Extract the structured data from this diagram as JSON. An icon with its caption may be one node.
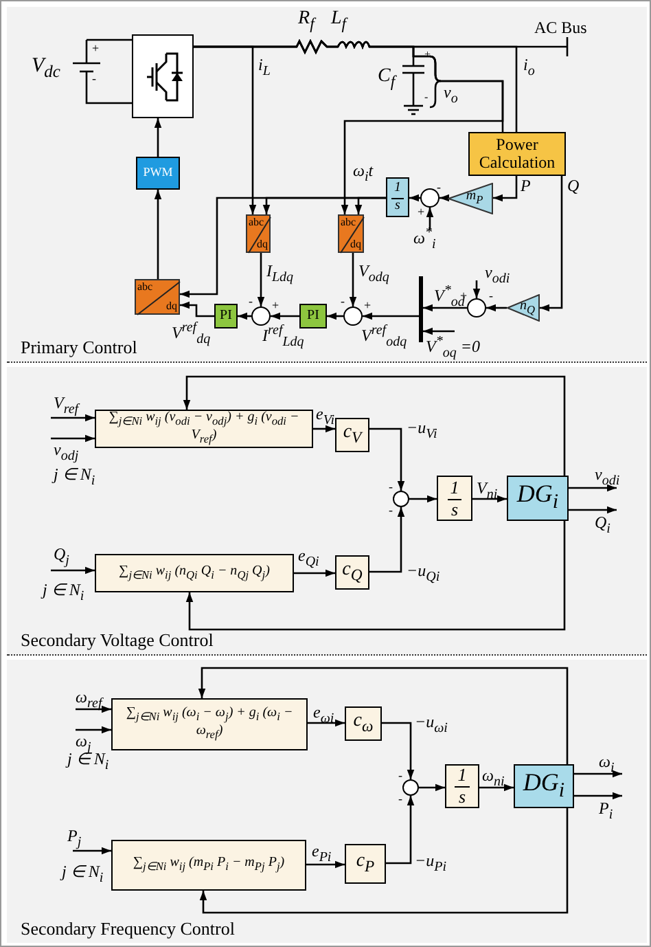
{
  "diagram": {
    "nodes": [
      {
        "text": [
          "Primary Control"
        ]
      },
      {
        "text": [],
        "shape": "box",
        "in": 0
      },
      {
        "text": [
          "PWM"
        ],
        "in": 0
      },
      {
        "text": [
          "Power Calculation"
        ],
        "in": 0
      },
      {
        "text": [
          "1",
          "s"
        ],
        "in": 0
      },
      {
        "text": [],
        "shape": "circle",
        "in": 0,
        "beside": [
          "-",
          "+"
        ]
      },
      {
        "text": [
          "m$_{P}$"
        ],
        "in": 0
      },
      {
        "text": [
          "abc",
          "dq"
        ],
        "in": 0
      },
      {
        "text": [
          "abc",
          "dq"
        ],
        "in": 0
      },
      {
        "text": [
          "abc",
          "dq"
        ],
        "in": 0
      },
      {
        "text": [
          "PI"
        ],
        "in": 0
      },
      {
        "text": [],
        "shape": "circle",
        "in": 0,
        "beside": [
          "-",
          "+"
        ]
      },
      {
        "text": [
          "PI"
        ],
        "in": 0
      },
      {
        "text": [],
        "shape": "circle",
        "in": 0,
        "beside": [
          "-",
          "+"
        ]
      },
      {
        "text": [],
        "shape": "bar",
        "in": 0
      },
      {
        "text": [],
        "shape": "circle",
        "in": 0,
        "beside": [
          "+",
          "-"
        ]
      },
      {
        "text": [
          "n$_{Q}$"
        ],
        "in": 0
      },
      {
        "text": [
          "Secondary Voltage Control"
        ]
      },
      {
        "text": [
          "∑$_{j∈Ni}$ w$_{ij}$ (v$_{odi}$ − v$_{odj}$) + g$_{i}$ (v$_{odi}$ − V$_{ref}$)"
        ],
        "in": 17
      },
      {
        "text": [
          "c$_{V}$"
        ],
        "in": 17
      },
      {
        "text": [],
        "shape": "circle",
        "in": 17,
        "beside": [
          "-",
          "-"
        ]
      },
      {
        "text": [
          "1",
          "s"
        ],
        "in": 17
      },
      {
        "text": [
          "DG$_{i}$"
        ],
        "in": 17
      },
      {
        "text": [
          "∑$_{j∈Ni}$ w$_{ij}$ (n$_{Qi}$ Q$_{i}$ − n$_{Qj}$ Q$_{j}$)"
        ],
        "in": 17
      },
      {
        "text": [
          "c$_{Q}$"
        ],
        "in": 17
      },
      {
        "text": [
          "Secondary Frequency Control"
        ]
      },
      {
        "text": [
          "∑$_{j∈Ni}$ w$_{ij}$ (ω$_{i}$ − ω$_{j}$) + g$_{i}$ (ω$_{i}$ − ω$_{ref}$)"
        ],
        "in": 25
      },
      {
        "text": [
          "c$_{ω}$"
        ],
        "in": 25
      },
      {
        "text": [],
        "shape": "circle",
        "in": 25,
        "beside": [
          "-",
          "-"
        ]
      },
      {
        "text": [
          "1",
          "s"
        ],
        "in": 25
      },
      {
        "text": [
          "DG$_{i}$"
        ],
        "in": 25
      },
      {
        "text": [
          "∑$_{j∈Ni}$ w$_{ij}$ (m$_{Pi}$ P$_{i}$ − m$_{Pj}$ P$_{j}$)"
        ],
        "in": 25
      },
      {
        "text": [
          "c$_{P}$"
        ],
        "in": 25
      }
    ],
    "edges": [
      {
        "from": 2,
        "to": 1,
        "arrow": "to"
      },
      {
        "from": 9,
        "to": 2,
        "arrow": "to"
      },
      {
        "from": 1,
        "to": 7,
        "arrow": "to",
        "label": "i$_{L}$"
      },
      {
        "from": 1,
        "to": 3,
        "arrow": "none",
        "label": "v$_{o}$"
      },
      {
        "from": 1,
        "to": 3,
        "arrow": "none",
        "label": "i$_{o}$"
      },
      {
        "from": 1,
        "to": 8,
        "arrow": "to"
      },
      {
        "from": 3,
        "to": 6,
        "arrow": "to",
        "label": "P"
      },
      {
        "from": 6,
        "to": 5,
        "arrow": "to"
      },
      {
        "from": 5,
        "to": 4,
        "arrow": "to"
      },
      {
        "from": null,
        "to": 5,
        "arrow": "to",
        "label": "ω$^{*}$$_{i}$"
      },
      {
        "from": 4,
        "to": 7,
        "arrow": "to",
        "label": "ω$_{i}$t"
      },
      {
        "from": 4,
        "to": 8,
        "arrow": "to"
      },
      {
        "from": 4,
        "to": 9,
        "arrow": "to"
      },
      {
        "from": 7,
        "to": 11,
        "arrow": "to",
        "label": "I$_{Ldq}$"
      },
      {
        "from": 8,
        "to": 13,
        "arrow": "to",
        "label": "V$_{odq}$"
      },
      {
        "from": 3,
        "to": 16,
        "arrow": "to",
        "label": "Q"
      },
      {
        "from": 16,
        "to": 15,
        "arrow": "to"
      },
      {
        "from": null,
        "to": 15,
        "arrow": "to",
        "label": "v$_{odi}$"
      },
      {
        "from": 15,
        "to": 14,
        "arrow": "to",
        "label": "V$^{*}$$_{od}$"
      },
      {
        "from": null,
        "to": 14,
        "arrow": "to",
        "label": "V$^{*}$$_{oq}$ =0"
      },
      {
        "from": 14,
        "to": 13,
        "arrow": "to",
        "label": "V$^{ref}$$_{odq}$"
      },
      {
        "from": 13,
        "to": 12,
        "arrow": "to"
      },
      {
        "from": 12,
        "to": 11,
        "arrow": "to",
        "label": "I$^{ref}$$_{Ldq}$"
      },
      {
        "from": 11,
        "to": 10,
        "arrow": "to"
      },
      {
        "from": 10,
        "to": 9,
        "arrow": "to",
        "label": "V$^{ref}$$_{dq}$"
      },
      {
        "from": null,
        "to": 18,
        "arrow": "to",
        "label": "V$_{ref}$"
      },
      {
        "from": null,
        "to": 18,
        "arrow": "to",
        "label": "v$_{odj}$"
      },
      {
        "from": 18,
        "to": 19,
        "arrow": "to",
        "label": "e$_{Vi}$"
      },
      {
        "from": 19,
        "to": 20,
        "arrow": "to",
        "label": "−u$_{Vi}$"
      },
      {
        "from": 24,
        "to": 20,
        "arrow": "to",
        "label": "−u$_{Qi}$"
      },
      {
        "from": 20,
        "to": 21,
        "arrow": "to"
      },
      {
        "from": 21,
        "to": 22,
        "arrow": "to",
        "label": "V$_{ni}$"
      },
      {
        "from": 22,
        "to": null,
        "arrow": "to",
        "label": "v$_{odi}$"
      },
      {
        "from": 22,
        "to": null,
        "arrow": "to",
        "label": "Q$_{i}$"
      },
      {
        "from": 22,
        "to": 18,
        "arrow": "to"
      },
      {
        "from": 22,
        "to": 23,
        "arrow": "to"
      },
      {
        "from": null,
        "to": 23,
        "arrow": "to",
        "label": "Q$_{j}$"
      },
      {
        "from": 23,
        "to": 24,
        "arrow": "to",
        "label": "e$_{Qi}$"
      },
      {
        "from": null,
        "to": 26,
        "arrow": "to",
        "label": "ω$_{ref}$"
      },
      {
        "from": null,
        "to": 26,
        "arrow": "to",
        "label": "ω$_{j}$"
      },
      {
        "from": 26,
        "to": 27,
        "arrow": "to",
        "label": "e$_{ωi}$"
      },
      {
        "from": 27,
        "to": 28,
        "arrow": "to",
        "label": "−u$_{ωi}$"
      },
      {
        "from": 32,
        "to": 28,
        "arrow": "to",
        "label": "−u$_{Pi}$"
      },
      {
        "from": 28,
        "to": 29,
        "arrow": "to"
      },
      {
        "from": 29,
        "to": 30,
        "arrow": "to",
        "label": "ω$_{ni}$"
      },
      {
        "from": 30,
        "to": null,
        "arrow": "to",
        "label": "ω$_{i}$"
      },
      {
        "from": 30,
        "to": null,
        "arrow": "to",
        "label": "P$_{i}$"
      },
      {
        "from": 30,
        "to": 26,
        "arrow": "to"
      },
      {
        "from": 30,
        "to": 31,
        "arrow": "to"
      },
      {
        "from": null,
        "to": 31,
        "arrow": "to",
        "label": "P$_{j}$"
      },
      {
        "from": 31,
        "to": 32,
        "arrow": "to",
        "label": "e$_{Pi}$"
      }
    ],
    "labels": [
      "V$_{dc}$",
      "+",
      "-",
      "R$_{f}$",
      "L$_{f}$",
      "AC Bus",
      "C$_{f}$",
      "+",
      "-",
      "j ∈ N$_{i}$",
      "j ∈ N$_{i}$",
      "j ∈ N$_{i}$",
      "j ∈ N$_{i}$"
    ]
  }
}
